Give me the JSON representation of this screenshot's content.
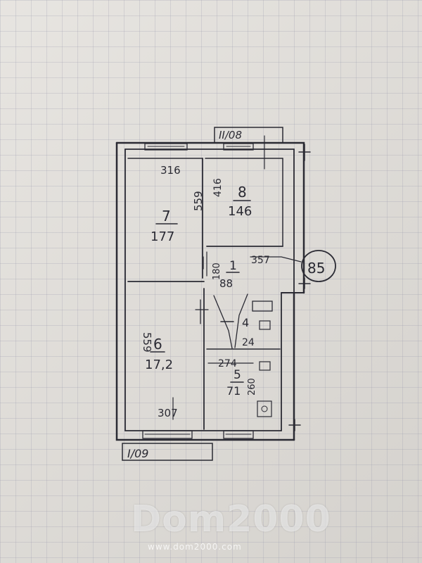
{
  "plan": {
    "top_label": "II/08",
    "bottom_label": "I/09",
    "circled": "85",
    "rooms": [
      {
        "id": "7",
        "area": "177",
        "w": "316",
        "h": "559"
      },
      {
        "id": "8",
        "area": "146",
        "w": "416"
      },
      {
        "id": "1",
        "area": "88",
        "w": "357",
        "h": "180"
      },
      {
        "id": "4",
        "area": "24"
      },
      {
        "id": "6",
        "area": "17,2",
        "w": "307",
        "h": "559"
      },
      {
        "id": "5",
        "area": "71",
        "w": "274",
        "h": "260"
      }
    ]
  },
  "watermark": {
    "brand": "Dom2000",
    "url": "www.dom2000.com"
  }
}
